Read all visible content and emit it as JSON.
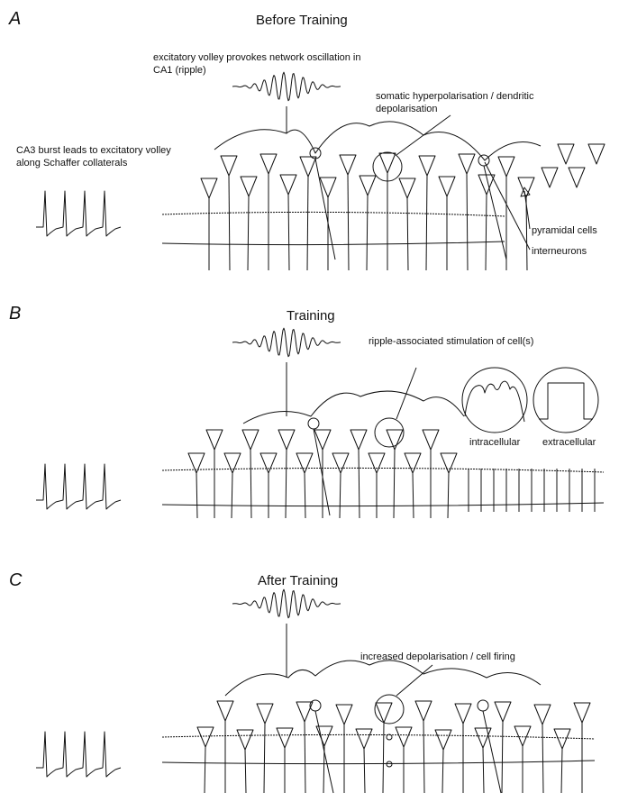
{
  "panels": [
    {
      "letter": "A",
      "title": "Before Training",
      "labels": {
        "ripple": "excitatory volley provokes network oscillation in CA1 (ripple)",
        "burst": "CA3 burst leads to excitatory volley along Schaffer collaterals",
        "soma": "somatic hyperpolarisation / dendritic depolarisation",
        "pyramidal": "pyramidal cells",
        "interneurons": "interneurons"
      }
    },
    {
      "letter": "B",
      "title": "Training",
      "labels": {
        "stim": "ripple-associated stimulation of cell(s)",
        "intracellular": "intracellular",
        "extracellular": "extracellular"
      }
    },
    {
      "letter": "C",
      "title": "After Training",
      "labels": {
        "increase": "increased depolarisation / cell firing"
      }
    }
  ]
}
